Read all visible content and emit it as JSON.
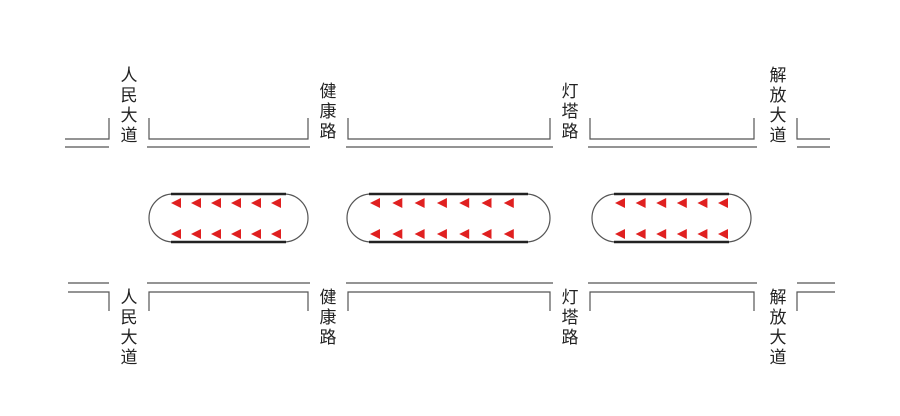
{
  "colors": {
    "line": "#555555",
    "island": "#555555",
    "edge": "#222222",
    "arrow": "#e02020",
    "text": "#222222"
  },
  "streets": [
    {
      "id": "renmin",
      "name": "人民大道"
    },
    {
      "id": "jiankang",
      "name": "健康路"
    },
    {
      "id": "dengta",
      "name": "灯塔路"
    },
    {
      "id": "jiefang",
      "name": "解放大道"
    }
  ],
  "islands": [
    {
      "id": "island-1",
      "arrow_count": 6
    },
    {
      "id": "island-2",
      "arrow_count": 7
    },
    {
      "id": "island-3",
      "arrow_count": 6
    }
  ]
}
